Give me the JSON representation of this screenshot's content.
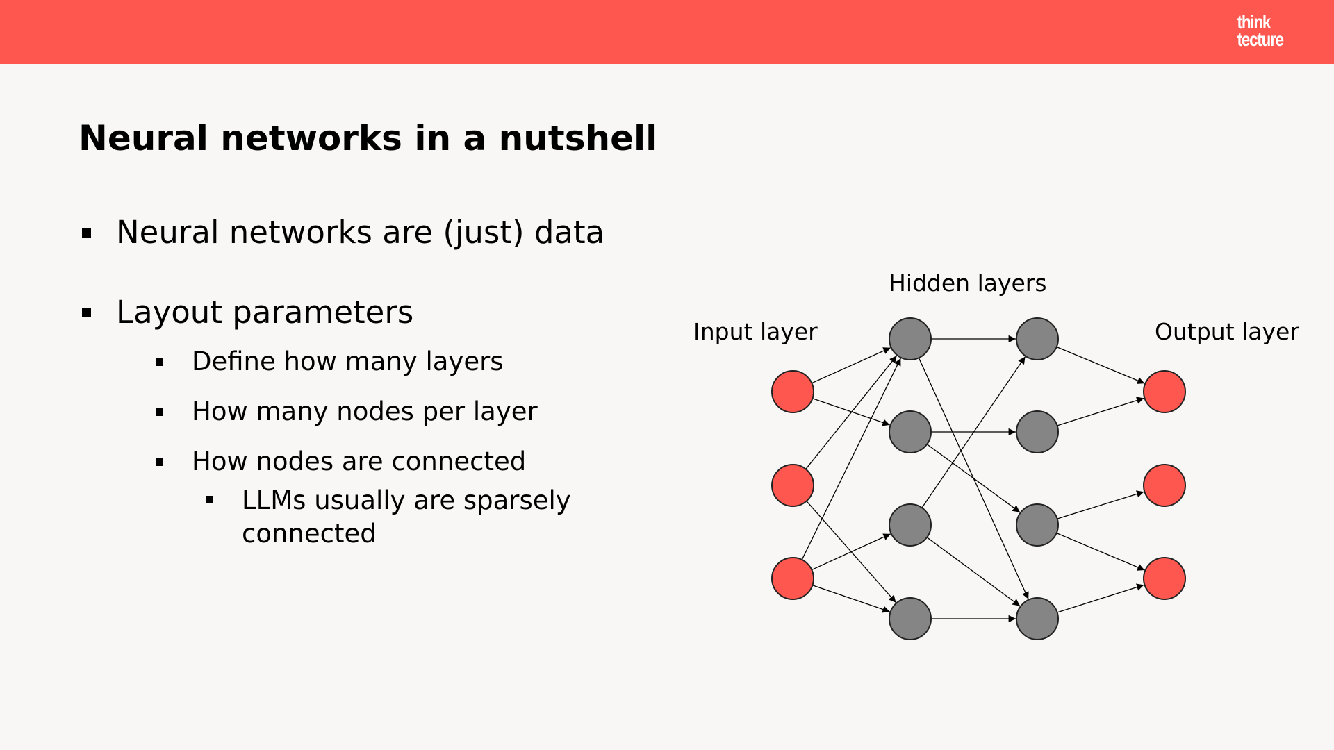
{
  "header": {
    "logo_line1": "think",
    "logo_line2": "tecture",
    "bar_color": "#fe574f"
  },
  "slide": {
    "title": "Neural networks in a nutshell",
    "bullets": {
      "b1": "Neural networks are (just) data",
      "b2": "Layout parameters",
      "b2_1": "Define how many layers",
      "b2_2": "How many nodes per layer",
      "b2_3": "How nodes are connected",
      "b2_3_1_line1": "LLMs usually are sparsely",
      "b2_3_1_line2": "connected"
    }
  },
  "diagram": {
    "labels": {
      "input": "Input layer",
      "hidden": "Hidden layers",
      "output": "Output layer"
    },
    "colors": {
      "input_node": "#fe574f",
      "hidden_node": "#858585",
      "output_node": "#fe574f"
    },
    "layers": [
      {
        "name": "input",
        "nodes": 3
      },
      {
        "name": "hidden-1",
        "nodes": 4
      },
      {
        "name": "hidden-2",
        "nodes": 4
      },
      {
        "name": "output",
        "nodes": 3
      }
    ],
    "edges": [
      [
        "input-1",
        "hidden-1-1"
      ],
      [
        "input-1",
        "hidden-1-2"
      ],
      [
        "input-2",
        "hidden-1-1"
      ],
      [
        "input-2",
        "hidden-1-4"
      ],
      [
        "input-3",
        "hidden-1-1"
      ],
      [
        "input-3",
        "hidden-1-3"
      ],
      [
        "input-3",
        "hidden-1-4"
      ],
      [
        "hidden-1-1",
        "hidden-2-1"
      ],
      [
        "hidden-1-1",
        "hidden-2-4"
      ],
      [
        "hidden-1-2",
        "hidden-2-2"
      ],
      [
        "hidden-1-2",
        "hidden-2-3"
      ],
      [
        "hidden-1-3",
        "hidden-2-1"
      ],
      [
        "hidden-1-3",
        "hidden-2-4"
      ],
      [
        "hidden-1-4",
        "hidden-2-4"
      ],
      [
        "hidden-2-1",
        "output-1"
      ],
      [
        "hidden-2-2",
        "output-1"
      ],
      [
        "hidden-2-3",
        "output-2"
      ],
      [
        "hidden-2-3",
        "output-3"
      ],
      [
        "hidden-2-4",
        "output-3"
      ]
    ]
  }
}
